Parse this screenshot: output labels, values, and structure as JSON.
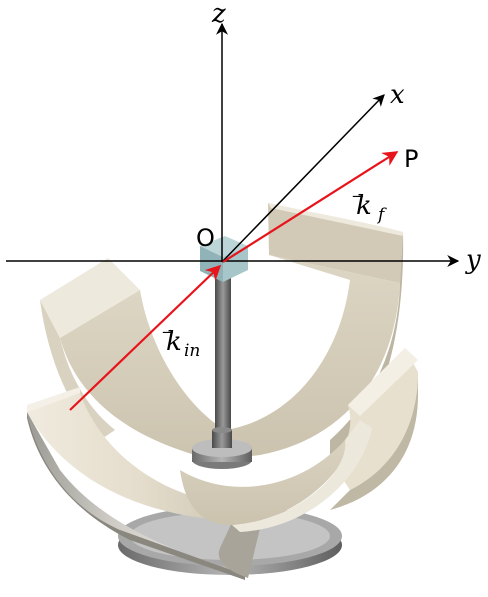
{
  "axes": {
    "z_label": "z",
    "x_label": "x",
    "y_label": "y"
  },
  "points": {
    "origin_label": "O",
    "p_label": "P"
  },
  "vectors": {
    "k_in": {
      "base": "k",
      "subscript": "in"
    },
    "k_f": {
      "base": "k",
      "subscript": "f"
    }
  },
  "colors": {
    "beam": "#e8141b",
    "sample_cube": "#9ec3c6",
    "shell_face": "#e7e0cf",
    "shell_inner": "#d9d1bd",
    "shell_shadow": "#8f8a80",
    "rod": "#6d6d6d",
    "base": "#8a8a8a"
  }
}
